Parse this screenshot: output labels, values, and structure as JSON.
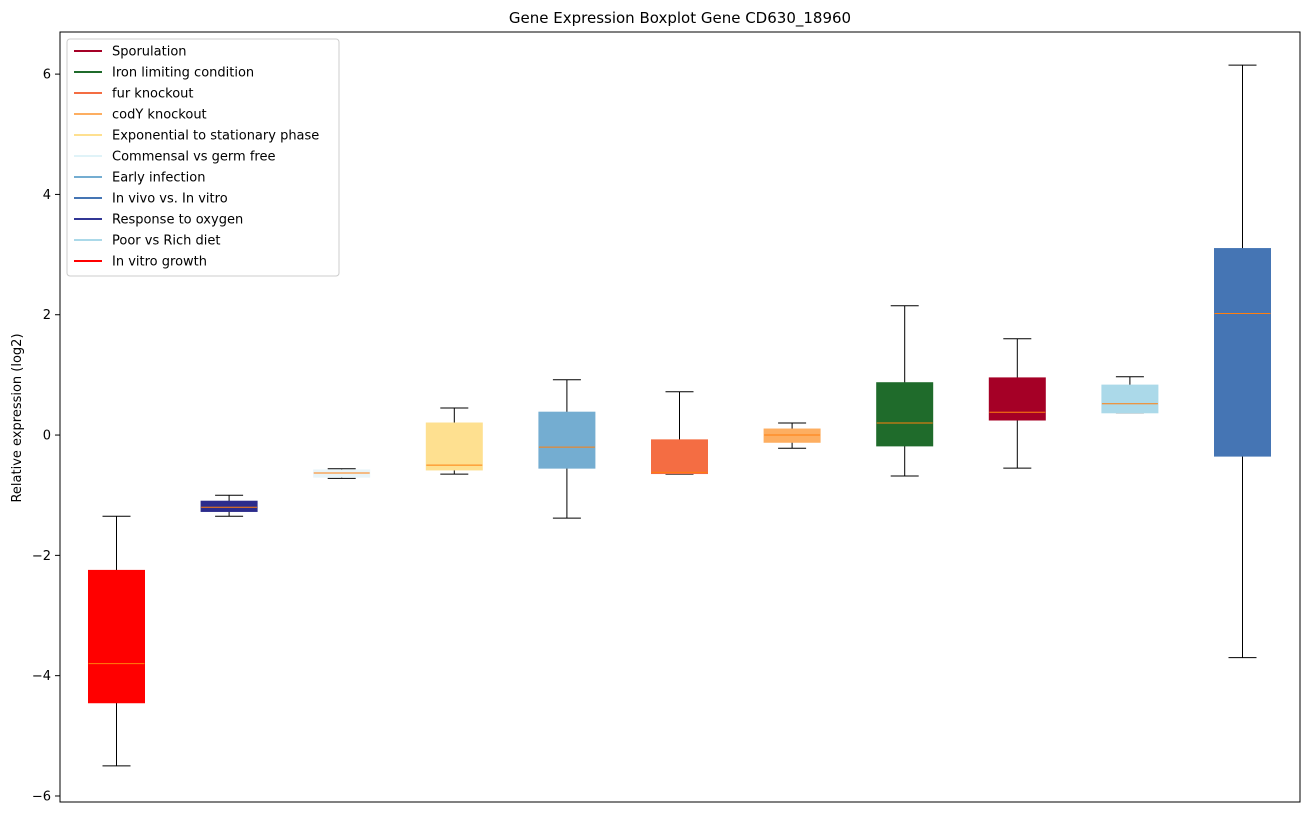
{
  "chart_data": {
    "type": "boxplot",
    "title": "Gene Expression Boxplot Gene CD630_18960",
    "xlabel": "",
    "ylabel": "Relative expression (log2)",
    "ylim": [
      -6.1,
      6.7
    ],
    "yticks": [
      -6,
      -4,
      -2,
      0,
      2,
      4,
      6
    ],
    "grid": false,
    "legend_position": "top-left",
    "median_color": "#ff7f0e",
    "boxes": [
      {
        "name": "In vitro growth",
        "color": "#ff0000",
        "whisker_low": -5.5,
        "q1": -4.45,
        "median": -3.8,
        "q3": -2.25,
        "whisker_high": -1.35
      },
      {
        "name": "Response to oxygen",
        "color": "#2c2c8c",
        "whisker_low": -1.35,
        "q1": -1.27,
        "median": -1.2,
        "q3": -1.1,
        "whisker_high": -1.0
      },
      {
        "name": "Commensal vs germ free",
        "color": "#e8f4f8",
        "whisker_low": -0.72,
        "q1": -0.7,
        "median": -0.63,
        "q3": -0.58,
        "whisker_high": -0.56
      },
      {
        "name": "Exponential to stationary phase",
        "color": "#fee090",
        "whisker_low": -0.65,
        "q1": -0.58,
        "median": -0.5,
        "q3": 0.2,
        "whisker_high": 0.45
      },
      {
        "name": "Early infection",
        "color": "#74add1",
        "whisker_low": -1.38,
        "q1": -0.55,
        "median": -0.2,
        "q3": 0.38,
        "whisker_high": 0.92
      },
      {
        "name": "fur knockout",
        "color": "#f46d43",
        "whisker_low": -0.65,
        "q1": -0.64,
        "median": -0.62,
        "q3": -0.08,
        "whisker_high": 0.72
      },
      {
        "name": "codY knockout",
        "color": "#fdae61",
        "whisker_low": -0.22,
        "q1": -0.12,
        "median": 0.0,
        "q3": 0.1,
        "whisker_high": 0.2
      },
      {
        "name": "Iron limiting condition",
        "color": "#1f6b2b",
        "whisker_low": -0.68,
        "q1": -0.18,
        "median": 0.2,
        "q3": 0.87,
        "whisker_high": 2.15
      },
      {
        "name": "Sporulation",
        "color": "#a50026",
        "whisker_low": -0.55,
        "q1": 0.25,
        "median": 0.38,
        "q3": 0.95,
        "whisker_high": 1.6
      },
      {
        "name": "Poor vs Rich diet",
        "color": "#abd9e9",
        "whisker_low": 0.37,
        "q1": 0.37,
        "median": 0.52,
        "q3": 0.83,
        "whisker_high": 0.97
      },
      {
        "name": "In vivo vs. In vitro",
        "color": "#4575b4",
        "whisker_low": -3.7,
        "q1": -0.35,
        "median": 2.02,
        "q3": 3.1,
        "whisker_high": 6.15
      }
    ],
    "legend": [
      {
        "label": "Sporulation",
        "color": "#a50026"
      },
      {
        "label": "Iron limiting condition",
        "color": "#1f6b2b"
      },
      {
        "label": "fur knockout",
        "color": "#f46d43"
      },
      {
        "label": "codY knockout",
        "color": "#fdae61"
      },
      {
        "label": "Exponential to stationary phase",
        "color": "#fee090"
      },
      {
        "label": "Commensal vs germ free",
        "color": "#e0f3f8"
      },
      {
        "label": "Early infection",
        "color": "#74add1"
      },
      {
        "label": "In vivo vs. In vitro",
        "color": "#4575b4"
      },
      {
        "label": "Response to oxygen",
        "color": "#313695"
      },
      {
        "label": "Poor vs Rich diet",
        "color": "#abd9e9"
      },
      {
        "label": "In vitro growth",
        "color": "#ff0000"
      }
    ]
  }
}
